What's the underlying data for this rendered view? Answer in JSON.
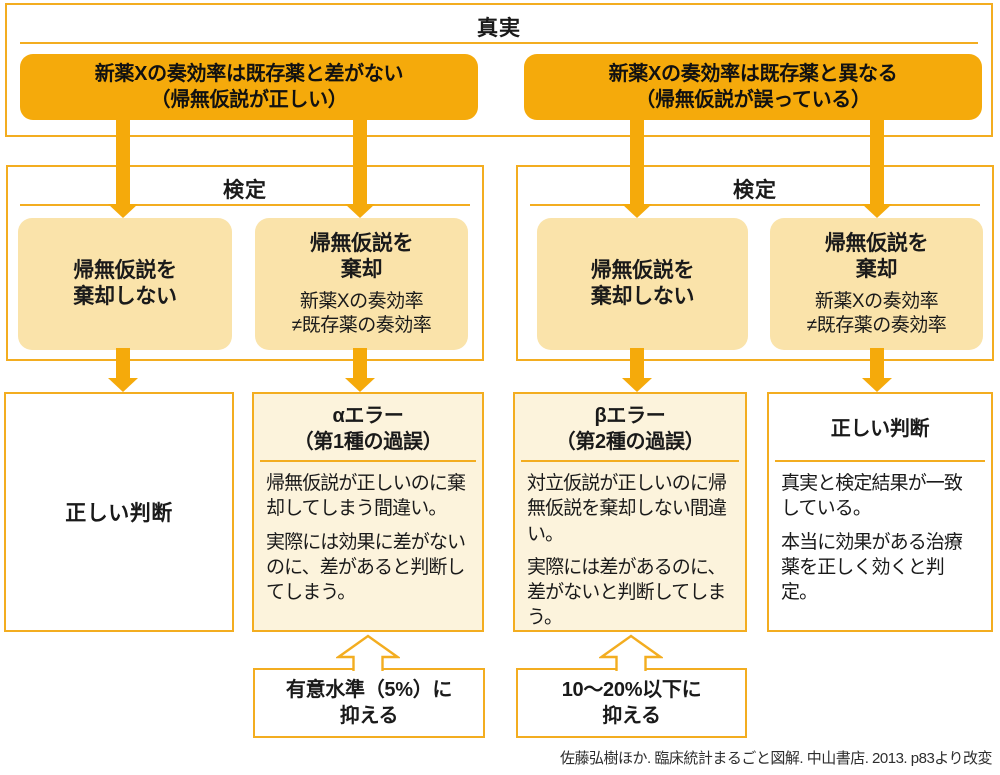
{
  "colors": {
    "main_orange": "#F5AA0B",
    "panel_border": "#F3AD20",
    "light_fill": "#FAE3AA",
    "cream_fill": "#FCF3DC",
    "text": "#1A1A1A"
  },
  "truth": {
    "title": "真実",
    "left_box": {
      "line1": "新薬Xの奏効率は既存薬と差がない",
      "line2": "（帰無仮説が正しい）"
    },
    "right_box": {
      "line1": "新薬Xの奏効率は既存薬と異なる",
      "line2": "（帰無仮説が誤っている）"
    }
  },
  "tests": [
    {
      "title": "検定",
      "decisions": [
        {
          "line1": "帰無仮説を",
          "line2": "棄却しない"
        },
        {
          "line1": "帰無仮説を",
          "line2": "棄却",
          "sub1": "新薬Xの奏効率",
          "sub2": "≠既存薬の奏効率"
        }
      ]
    },
    {
      "title": "検定",
      "decisions": [
        {
          "line1": "帰無仮説を",
          "line2": "棄却しない"
        },
        {
          "line1": "帰無仮説を",
          "line2": "棄却",
          "sub1": "新薬Xの奏効率",
          "sub2": "≠既存薬の奏効率"
        }
      ]
    }
  ],
  "results": [
    {
      "title": "正しい判断"
    },
    {
      "title_line1": "αエラー",
      "title_line2": "（第1種の過誤）",
      "p1": "帰無仮説が正しいのに棄却してしまう間違い。",
      "p2": "実際には効果に差がないのに、差があると判断してしまう。"
    },
    {
      "title_line1": "βエラー",
      "title_line2": "（第2種の過誤）",
      "p1": "対立仮説が正しいのに帰無仮説を棄却しない間違い。",
      "p2": "実際には差があるのに、差がないと判断してしまう。"
    },
    {
      "title": "正しい判断",
      "p1": "真実と検定結果が一致している。",
      "p2": "本当に効果がある治療薬を正しく効くと判定。"
    }
  ],
  "controls": [
    {
      "line1": "有意水準（5%）に",
      "line2": "抑える"
    },
    {
      "line1": "10～20%以下に",
      "line2": "抑える"
    }
  ],
  "citation": {
    "text": "佐藤弘樹ほか. 臨床統計まるごと図解. 中山書店. 2013. p83より改変"
  }
}
